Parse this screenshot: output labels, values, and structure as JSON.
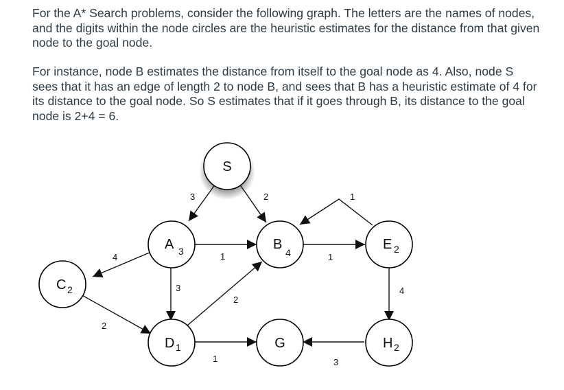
{
  "text": {
    "paragraph1": "For the A* Search problems, consider the following graph. The letters are the names of nodes, and the digits within the node circles are the heuristic estimates for the distance from that given node to the goal node.",
    "paragraph2": "For instance, node B estimates the distance from itself to the goal node as 4.  Also, node S sees that it has an edge of length 2 to node B, and sees that B has a heuristic estimate of 4 for its distance to the goal node.  So S estimates that if it goes through B, its distance to the goal node is 2+4 = 6."
  },
  "graph": {
    "nodes": [
      {
        "id": "S",
        "label": "S",
        "heuristic": ""
      },
      {
        "id": "A",
        "label": "A",
        "heuristic": "3"
      },
      {
        "id": "B",
        "label": "B",
        "heuristic": "4"
      },
      {
        "id": "E",
        "label": "E",
        "heuristic": "2"
      },
      {
        "id": "C",
        "label": "C",
        "heuristic": "2"
      },
      {
        "id": "D",
        "label": "D",
        "heuristic": "1"
      },
      {
        "id": "G",
        "label": "G",
        "heuristic": ""
      },
      {
        "id": "H",
        "label": "H",
        "heuristic": "2"
      }
    ],
    "edges": [
      {
        "from": "S",
        "to": "A",
        "weight": "3"
      },
      {
        "from": "S",
        "to": "B",
        "weight": "2"
      },
      {
        "from": "A",
        "to": "B",
        "weight": "1"
      },
      {
        "from": "A",
        "to": "C",
        "weight": "4"
      },
      {
        "from": "A",
        "to": "D",
        "weight": "3"
      },
      {
        "from": "B",
        "to": "E",
        "weight": "1"
      },
      {
        "from": "E",
        "to": "B",
        "weight": "1"
      },
      {
        "from": "C",
        "to": "D",
        "weight": "2"
      },
      {
        "from": "D",
        "to": "B",
        "weight": "2"
      },
      {
        "from": "D",
        "to": "G",
        "weight": "1"
      },
      {
        "from": "E",
        "to": "H",
        "weight": "4"
      },
      {
        "from": "H",
        "to": "G",
        "weight": "3"
      }
    ]
  }
}
